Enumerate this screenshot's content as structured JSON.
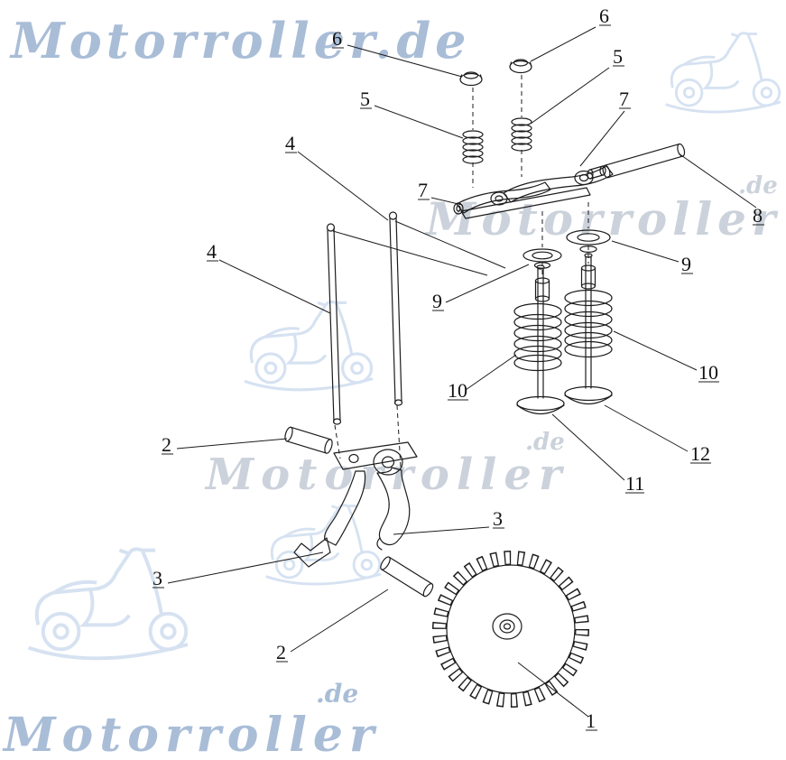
{
  "watermarks": {
    "headline_top": "Motorroller.de",
    "right_text": "Motorroller",
    "right_de": ".de",
    "center_text": "Motorroller",
    "center_de": ".de",
    "bottom_text": "Motorroller",
    "bottom_de": ".de"
  },
  "part_labels": {
    "six_left": "6",
    "six_right": "6",
    "five_left": "5",
    "five_right": "5",
    "seven_left": "7",
    "seven_right": "7",
    "eight": "8",
    "four_top": "4",
    "four_left": "4",
    "nine_left": "9",
    "nine_right": "9",
    "ten_left": "10",
    "ten_right": "10",
    "eleven": "11",
    "twelve": "12",
    "two_upper": "2",
    "two_lower": "2",
    "three_left": "3",
    "three_right": "3",
    "one": "1"
  },
  "colors": {
    "watermark_strong": "#a9bdd7",
    "watermark_soft": "#ccd2db",
    "watermark_logo": "#cddcee",
    "line": "#1c1c1c"
  }
}
